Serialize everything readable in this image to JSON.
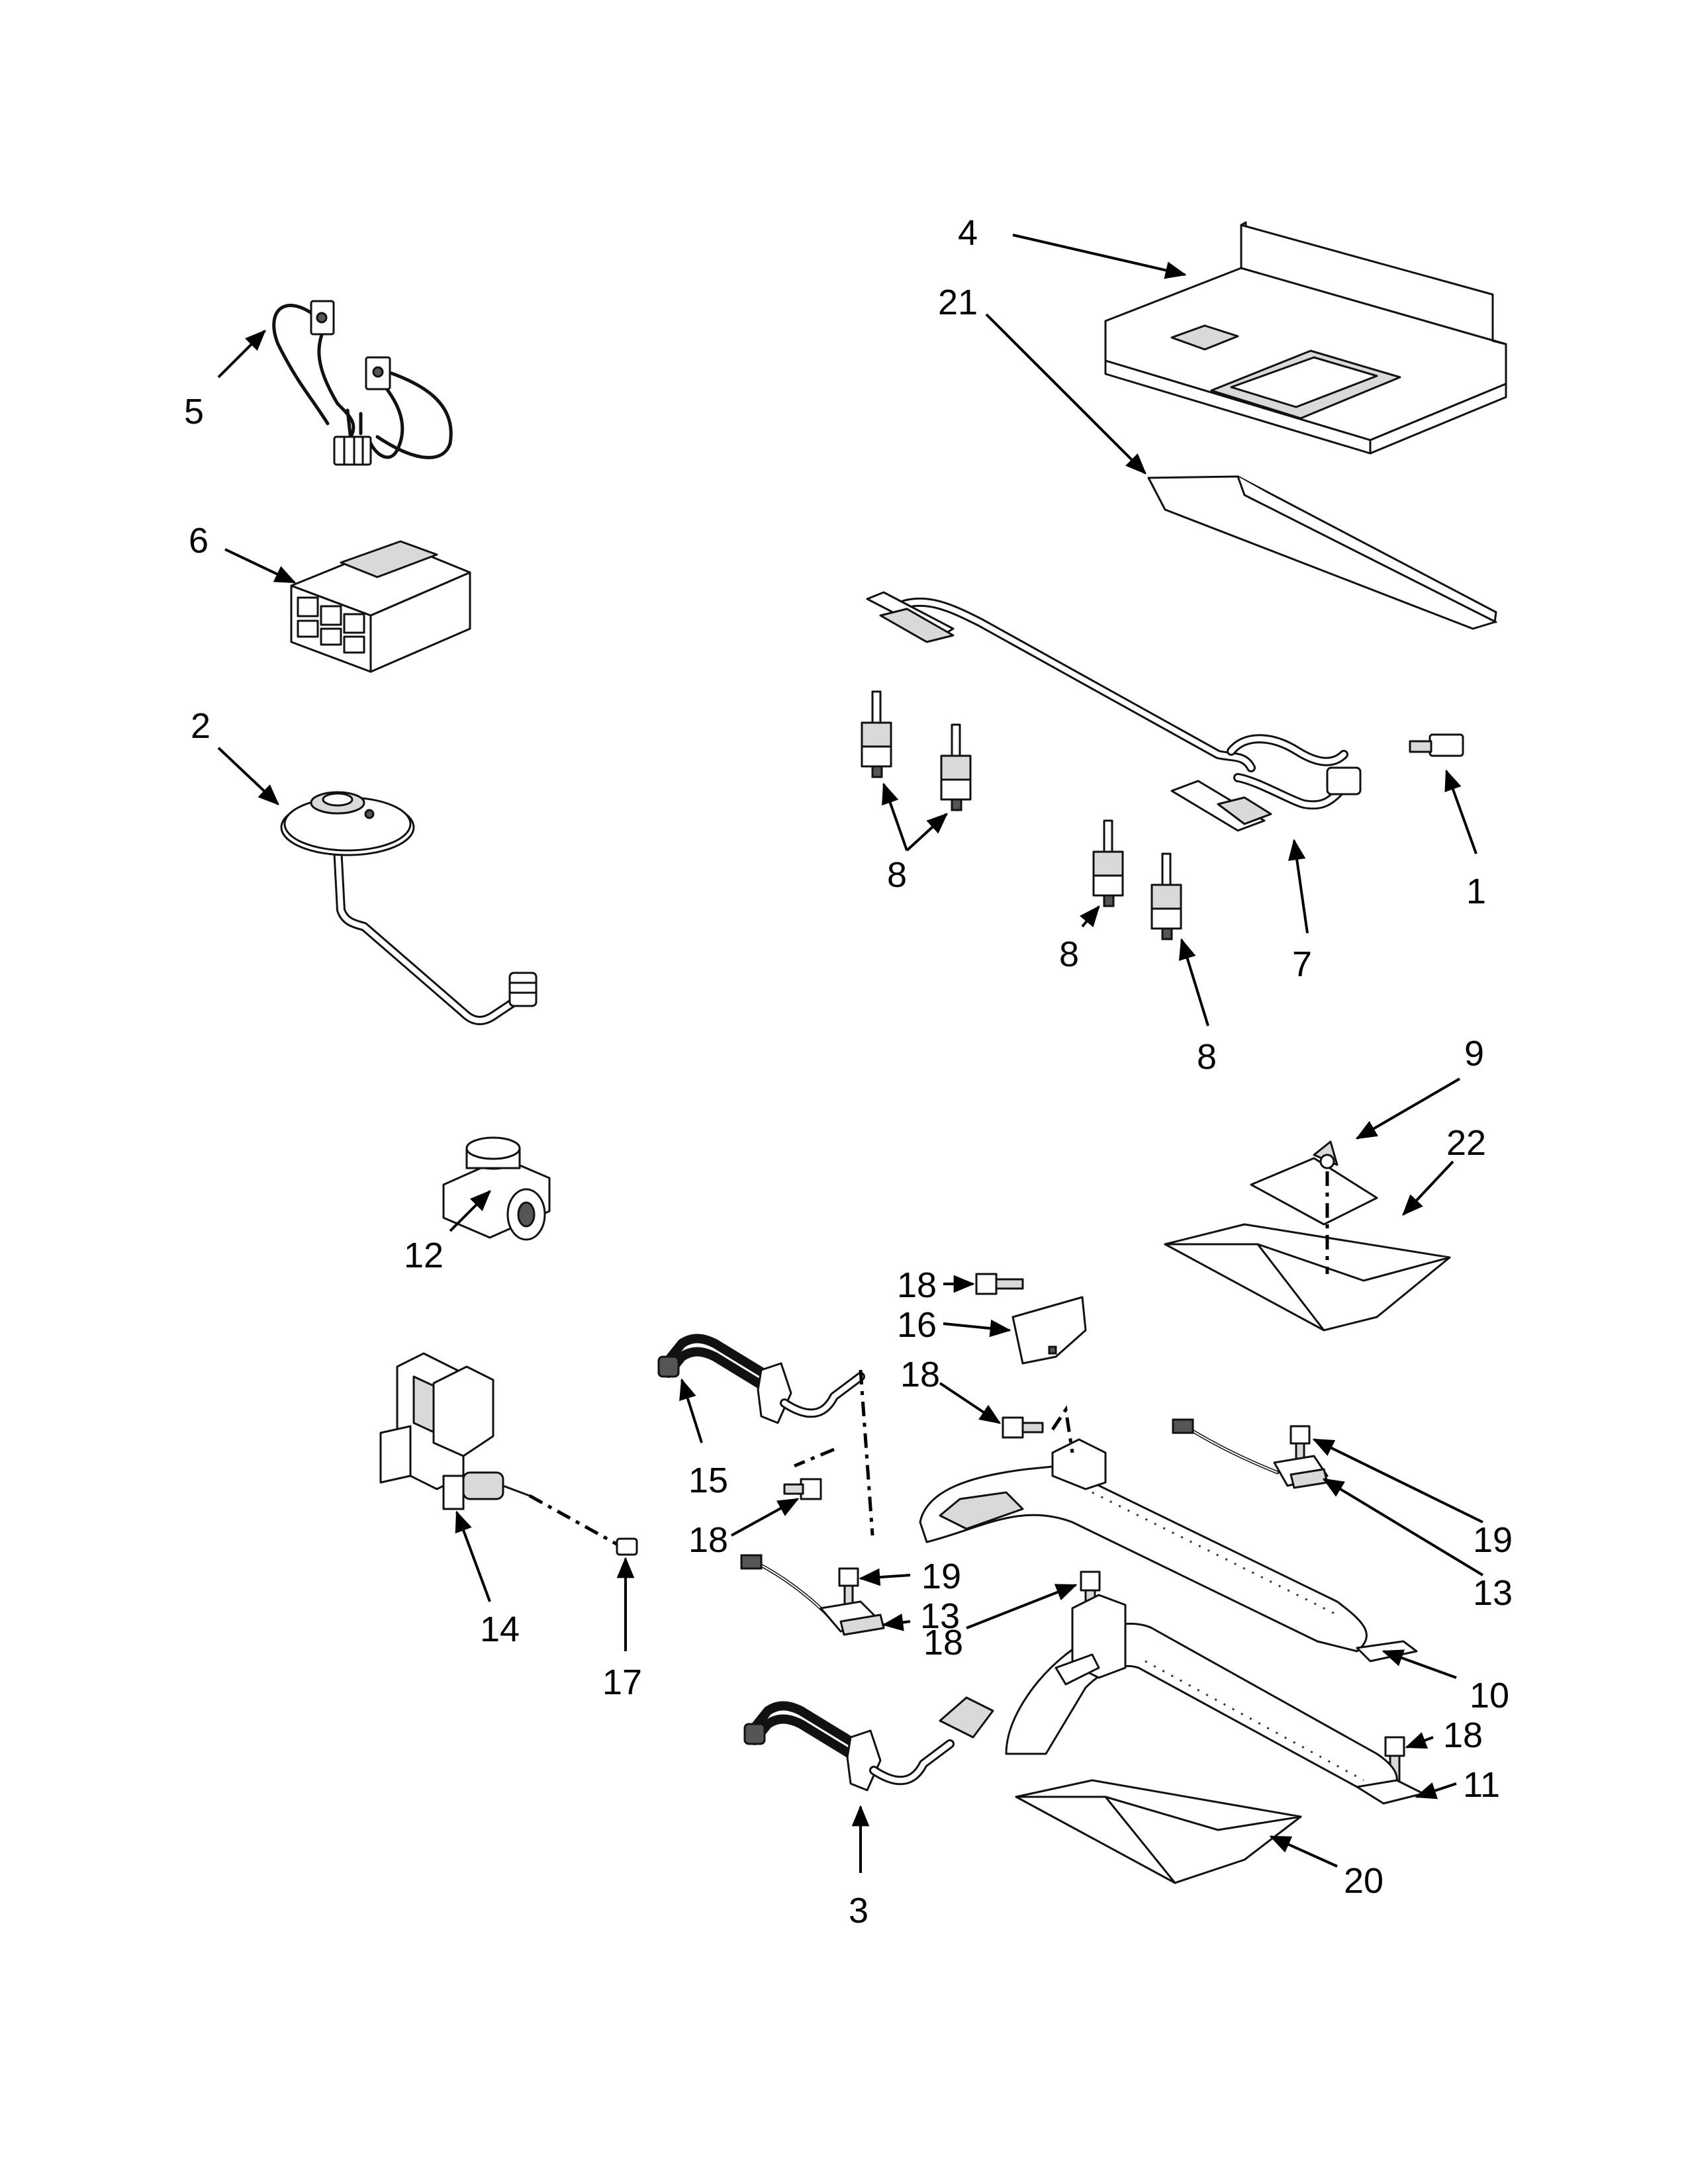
{
  "diagram": {
    "callouts": [
      {
        "id": "c4",
        "label": "4"
      },
      {
        "id": "c21",
        "label": "21"
      },
      {
        "id": "c5",
        "label": "5"
      },
      {
        "id": "c6",
        "label": "6"
      },
      {
        "id": "c2",
        "label": "2"
      },
      {
        "id": "c1",
        "label": "1"
      },
      {
        "id": "c8a",
        "label": "8"
      },
      {
        "id": "c8b",
        "label": "8"
      },
      {
        "id": "c8c",
        "label": "8"
      },
      {
        "id": "c7",
        "label": "7"
      },
      {
        "id": "c9",
        "label": "9"
      },
      {
        "id": "c22",
        "label": "22"
      },
      {
        "id": "c12",
        "label": "12"
      },
      {
        "id": "c18a",
        "label": "18"
      },
      {
        "id": "c16",
        "label": "16"
      },
      {
        "id": "c18b",
        "label": "18"
      },
      {
        "id": "c15",
        "label": "15"
      },
      {
        "id": "c18c",
        "label": "18"
      },
      {
        "id": "c19a",
        "label": "19"
      },
      {
        "id": "c13a",
        "label": "13"
      },
      {
        "id": "c14",
        "label": "14"
      },
      {
        "id": "c17",
        "label": "17"
      },
      {
        "id": "c19b",
        "label": "19"
      },
      {
        "id": "c13b",
        "label": "13"
      },
      {
        "id": "c18d",
        "label": "18"
      },
      {
        "id": "c10",
        "label": "10"
      },
      {
        "id": "c18e",
        "label": "18"
      },
      {
        "id": "c11",
        "label": "11"
      },
      {
        "id": "c20",
        "label": "20"
      },
      {
        "id": "c3",
        "label": "3"
      }
    ]
  }
}
